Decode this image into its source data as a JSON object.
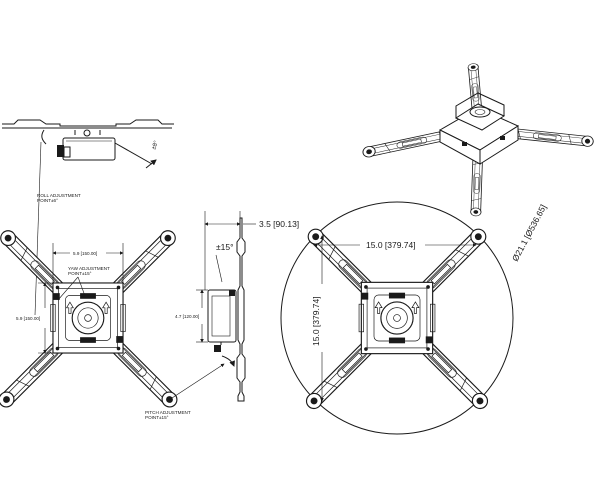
{
  "labels": {
    "roll_angle": "±8°",
    "roll_note_1": "ROLL ADJUSTMENT",
    "roll_note_2": "POINT±6°",
    "yaw_note_1": "YAW ADJUSTMENT",
    "yaw_note_2": "POINT±15°",
    "pitch_note_1": "PITCH ADJUSTMENT",
    "pitch_note_2": "POINT±15°",
    "left_width": "5.9 [150.00]",
    "left_height": "5.9 [150.00]",
    "side_depth": "3.5 [90.13]",
    "side_angle": "±15°",
    "side_height": "4.7 [120.00]",
    "right_width": "15.0 [379.74]",
    "right_height": "15.0 [379.74]",
    "right_diameter": "Ø21.1 [Ø536.65]"
  },
  "colors": {
    "line": "#1a1a1a",
    "background": "#ffffff"
  }
}
